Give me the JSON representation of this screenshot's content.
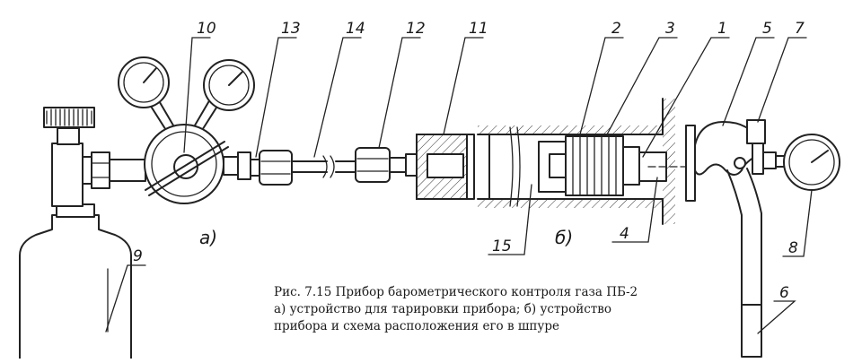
{
  "figure": {
    "callouts": [
      "1",
      "2",
      "3",
      "4",
      "5",
      "6",
      "7",
      "8",
      "9",
      "10",
      "11",
      "12",
      "13",
      "14",
      "15"
    ],
    "subfigures": {
      "a": "а)",
      "b": "б)"
    },
    "caption": {
      "line1": "Рис. 7.15  Прибор барометрического контроля газа ПБ-2",
      "line2": "а) устройство для тарировки прибора; б) устройство",
      "line3": "прибора и схема расположения его в шпуре"
    }
  }
}
